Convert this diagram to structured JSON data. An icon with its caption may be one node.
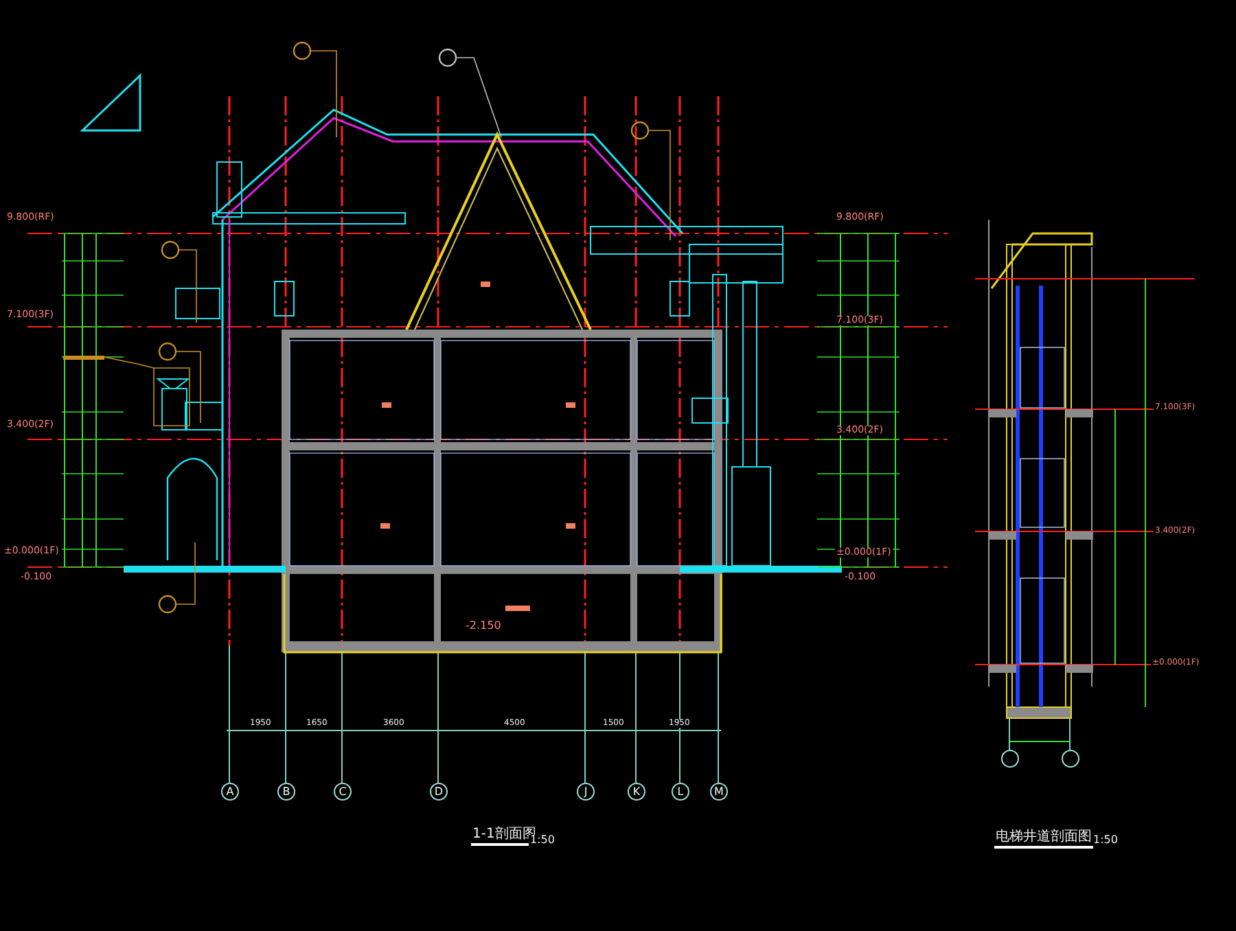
{
  "diagram": {
    "nodes": [
      {
        "text": [
          "A"
        ]
      },
      {
        "text": [
          "B"
        ]
      },
      {
        "text": [
          "C"
        ]
      },
      {
        "text": [
          "D"
        ]
      },
      {
        "text": [
          "J"
        ]
      },
      {
        "text": [
          "K"
        ]
      },
      {
        "text": [
          "L"
        ]
      },
      {
        "text": [
          "M"
        ]
      },
      {
        "text": [],
        "shape": "circle"
      },
      {
        "text": [],
        "shape": "circle"
      }
    ],
    "labels": [
      "9.800(RF)",
      "7.100(3F)",
      "3.400(2F)",
      "±0.000(1F)",
      "-0.100",
      "9.800(RF)",
      "7.100(3F)",
      "3.400(2F)",
      "±0.000(1F)",
      "-0.100",
      "-2.150",
      "1950",
      "1650",
      "3600",
      "4500",
      "1500",
      "1950",
      "1-1剖面图",
      "1:50",
      "电梯井道剖面图",
      "1:50",
      "7.100(3F)",
      "3.400(2F)",
      "±0.000(1F)"
    ]
  }
}
